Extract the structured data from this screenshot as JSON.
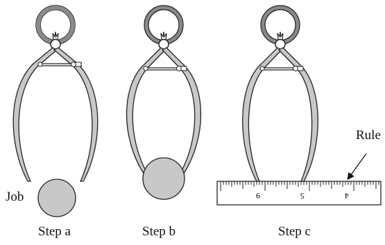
{
  "labels": {
    "step_a": "Step a",
    "step_b": "Step b",
    "step_c": "Step c",
    "job": "Job",
    "rule": "Rule"
  },
  "rule_ticks": {
    "numbers": [
      "9",
      "5",
      "4"
    ]
  },
  "colors": {
    "caliper_fill": "#c8c8c8",
    "caliper_stroke": "#222222",
    "job_fill": "#c8c8c8",
    "background": "#ffffff"
  }
}
